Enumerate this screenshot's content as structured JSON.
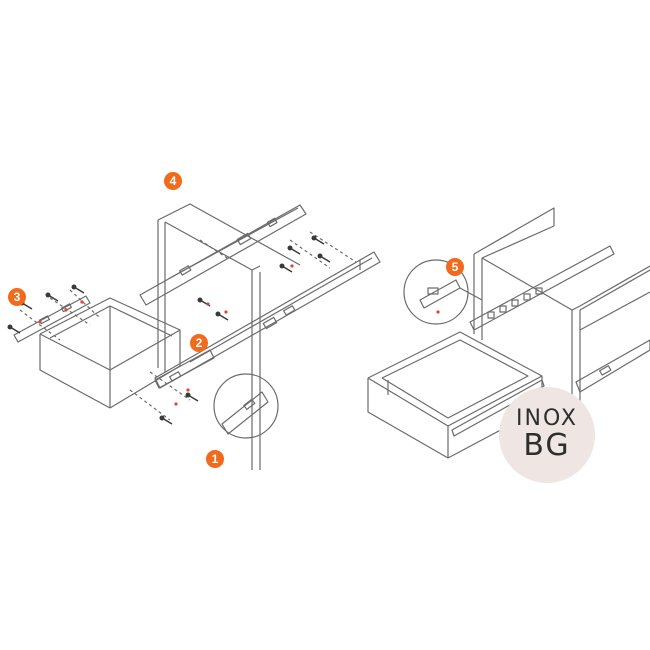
{
  "steps": [
    {
      "id": "step-4",
      "label": "4"
    },
    {
      "id": "step-3",
      "label": "3"
    },
    {
      "id": "step-2",
      "label": "2"
    },
    {
      "id": "step-1",
      "label": "1"
    },
    {
      "id": "step-5",
      "label": "5"
    }
  ],
  "logo": {
    "line1": "INOX",
    "line2": "BG"
  },
  "colors": {
    "step_badge": "#f26a1b",
    "line": "#6b6b6b",
    "logo_bg": "#efe6e4",
    "screw": "#3a3a3a"
  }
}
